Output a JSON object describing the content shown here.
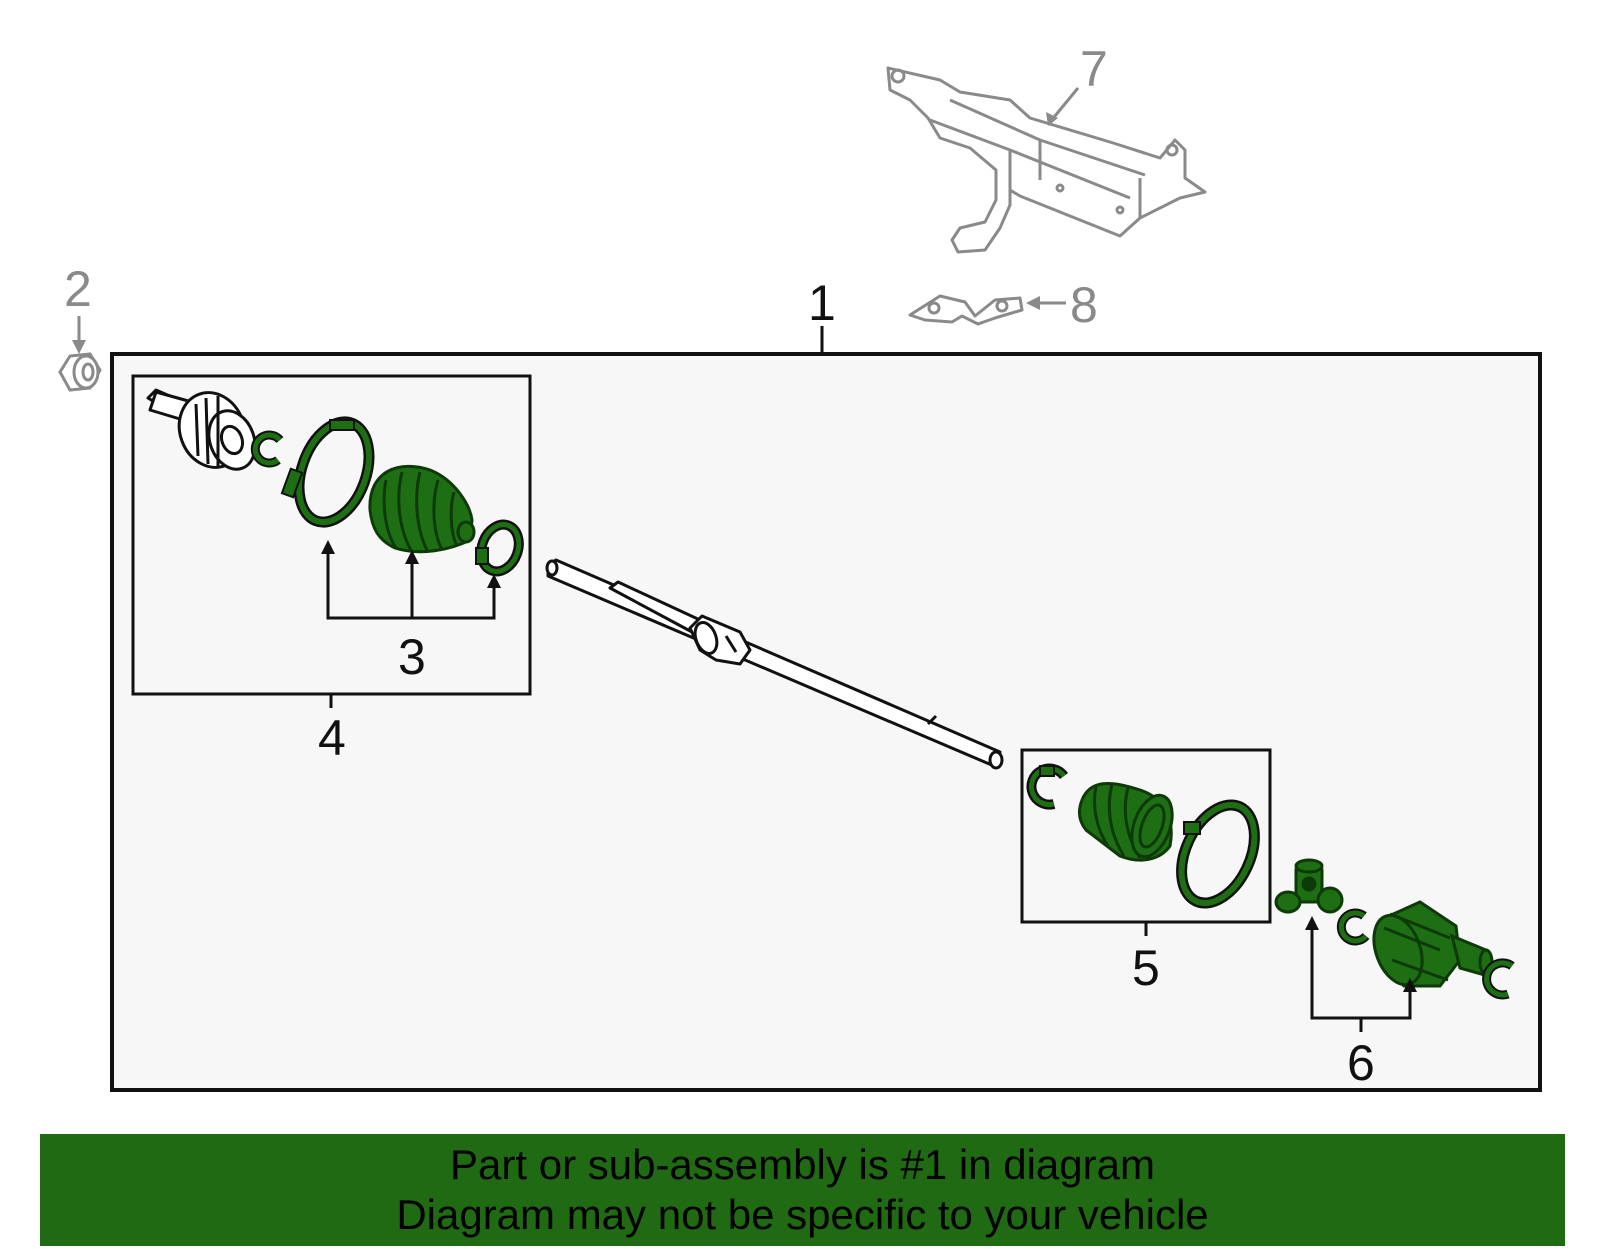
{
  "diagram": {
    "callouts": {
      "c1": "1",
      "c2": "2",
      "c3": "3",
      "c4": "4",
      "c5": "5",
      "c6": "6",
      "c7": "7",
      "c8": "8"
    },
    "colors": {
      "part_green": "#1e6e14",
      "dark_green": "#0d3a08",
      "outline": "#111111",
      "ghost_gray": "#8a8a8a",
      "frame_fill": "#f7f7f7"
    }
  },
  "banner": {
    "line1": "Part or sub-assembly is #1 in diagram",
    "line2": "Diagram may not be specific to your vehicle",
    "background": "#1f6a12"
  }
}
